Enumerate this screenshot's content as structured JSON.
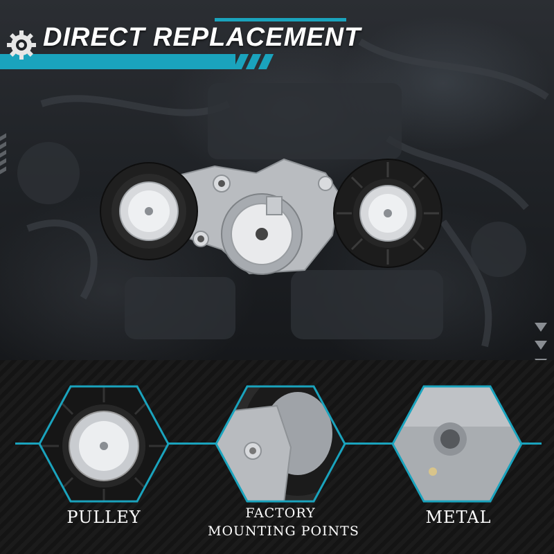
{
  "header": {
    "title": "DIRECT REPLACEMENT",
    "icon": "gear-icon",
    "accent_color": "#1aa3bd"
  },
  "features": [
    {
      "label": "PULLEY",
      "icon": "pulley-closeup"
    },
    {
      "label_line1": "FACTORY",
      "label_line2": "MOUNTING POINTS",
      "icon": "mounting-point-closeup"
    },
    {
      "label": "METAL",
      "icon": "metal-surface-closeup"
    }
  ]
}
